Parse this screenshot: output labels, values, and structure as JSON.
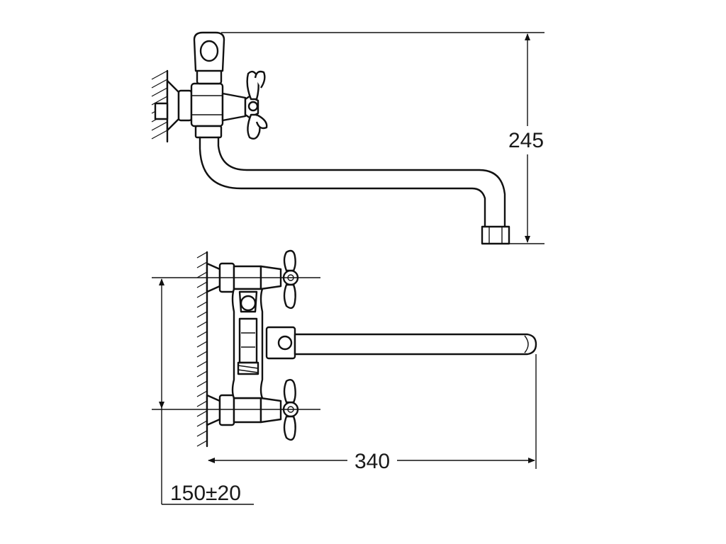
{
  "dimensions": {
    "height": "245",
    "length": "340",
    "centers": "150±20"
  },
  "colors": {
    "line": "#111111",
    "background": "#ffffff"
  }
}
